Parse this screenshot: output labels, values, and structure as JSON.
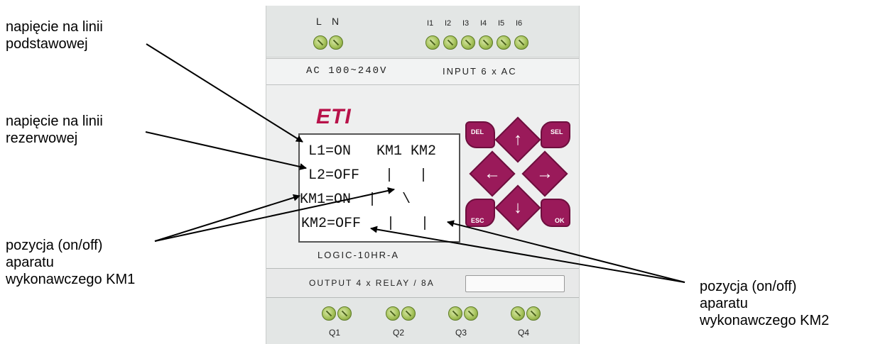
{
  "callouts": {
    "primary_line": [
      "napięcie na linii",
      "podstawowej"
    ],
    "reserve_line": [
      "napięcie na linii",
      "rezerwowej"
    ],
    "km1_position": [
      "pozycja (on/off)",
      "aparatu",
      "wykonawczego KM1"
    ],
    "km2_position": [
      "pozycja (on/off)",
      "aparatu",
      "wykonawczego KM2"
    ]
  },
  "device": {
    "power_terminals": [
      "L",
      "N"
    ],
    "input_terminals": [
      "I1",
      "I2",
      "I3",
      "I4",
      "I5",
      "I6"
    ],
    "supply_label": "AC 100~240V",
    "input_label": "INPUT 6 x AC",
    "logo": "ETI",
    "model": "LOGIC-10HR-A",
    "output_label": "OUTPUT 4 x RELAY / 8A",
    "output_terminals": [
      "Q1",
      "Q2",
      "Q3",
      "Q4"
    ],
    "keys": {
      "del": "DEL",
      "sel": "SEL",
      "esc": "ESC",
      "ok": "OK"
    }
  },
  "lcd": {
    "rows": [
      "L1=ON   KM1 KM2",
      "L2=OFF   |   |",
      "KM1=ON  |   \\",
      "KM2=OFF   |   |"
    ]
  },
  "colors": {
    "accent": "#9a1a5a",
    "logo": "#b8124a",
    "screw": "#a5c25a"
  }
}
